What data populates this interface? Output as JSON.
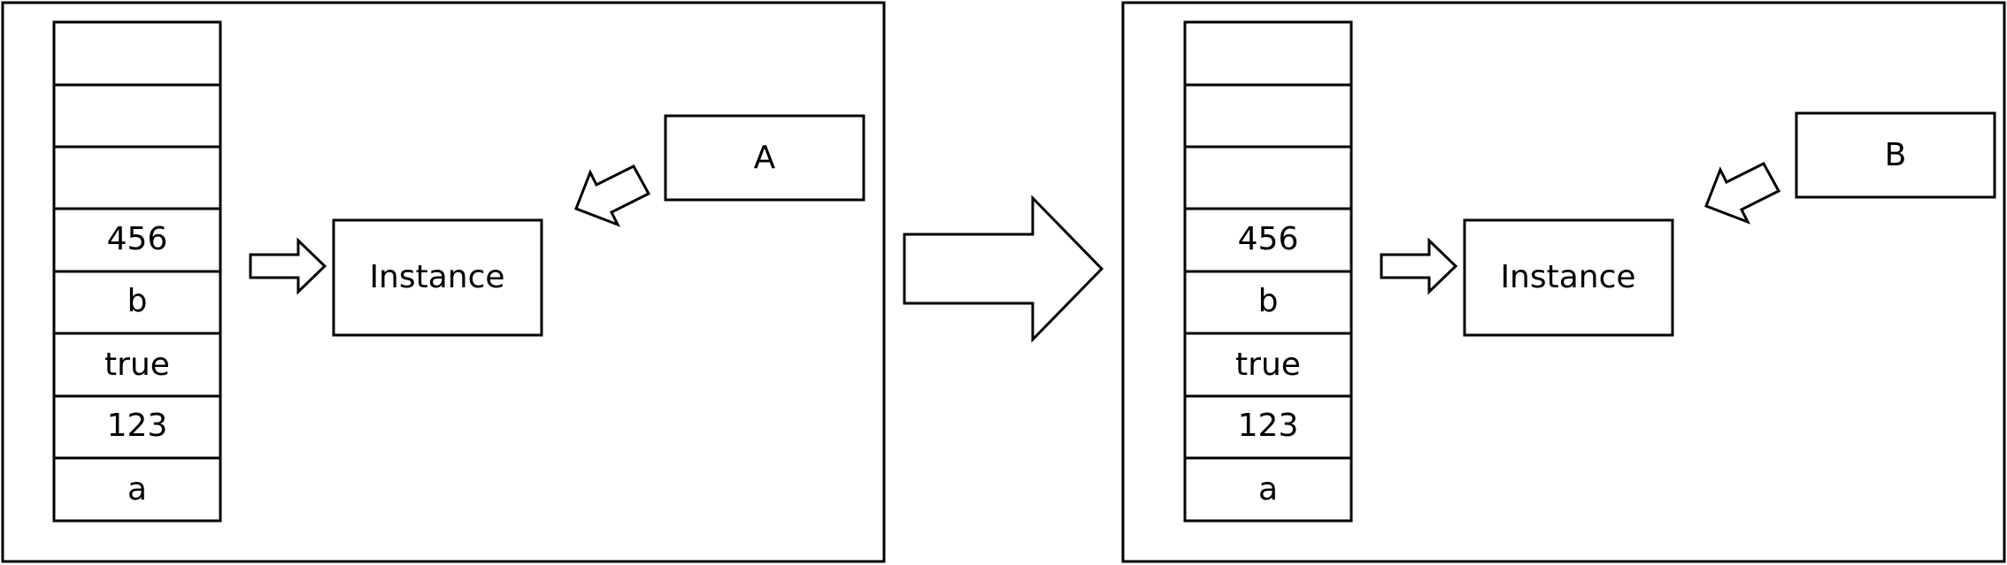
{
  "panels": [
    {
      "stack_cells": [
        "",
        "",
        "",
        "456",
        "b",
        "true",
        "123",
        "a"
      ],
      "instance_label": "Instance",
      "reference_label": "A"
    },
    {
      "stack_cells": [
        "",
        "",
        "",
        "456",
        "b",
        "true",
        "123",
        "a"
      ],
      "instance_label": "Instance",
      "reference_label": "B"
    }
  ],
  "colors": {
    "stroke": "#000000",
    "fill": "#ffffff"
  }
}
